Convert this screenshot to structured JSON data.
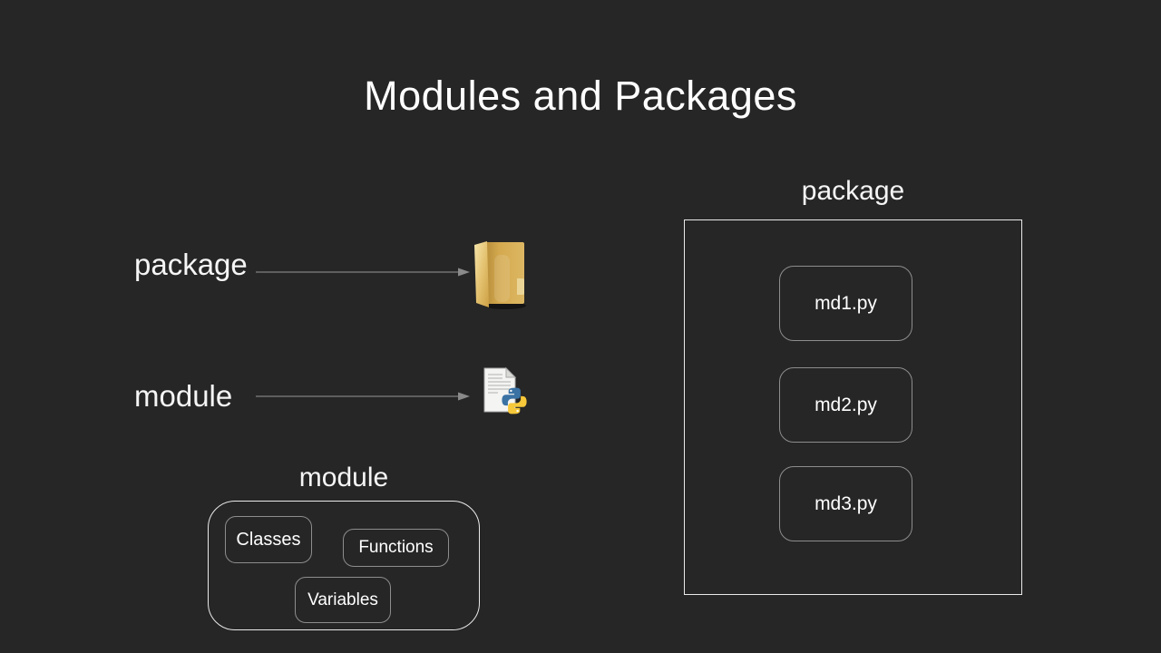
{
  "title": "Modules and Packages",
  "legend": {
    "package_label": "package",
    "module_label": "module"
  },
  "icons": {
    "package": "folder-icon",
    "module": "python-file-icon"
  },
  "module_group": {
    "title": "module",
    "items": [
      {
        "label": "Classes"
      },
      {
        "label": "Functions"
      },
      {
        "label": "Variables"
      }
    ]
  },
  "package_group": {
    "title": "package",
    "files": [
      {
        "label": "md1.py"
      },
      {
        "label": "md2.py"
      },
      {
        "label": "md3.py"
      }
    ]
  },
  "colors": {
    "background": "#262626",
    "text": "#ffffff",
    "outer_box_border": "#e9e9e9",
    "inner_box_border": "#8d8d8d",
    "arrow": "#848484",
    "folder_gold": "#d4a94f",
    "python_blue": "#3a72a4",
    "python_yellow": "#f6c83a"
  }
}
